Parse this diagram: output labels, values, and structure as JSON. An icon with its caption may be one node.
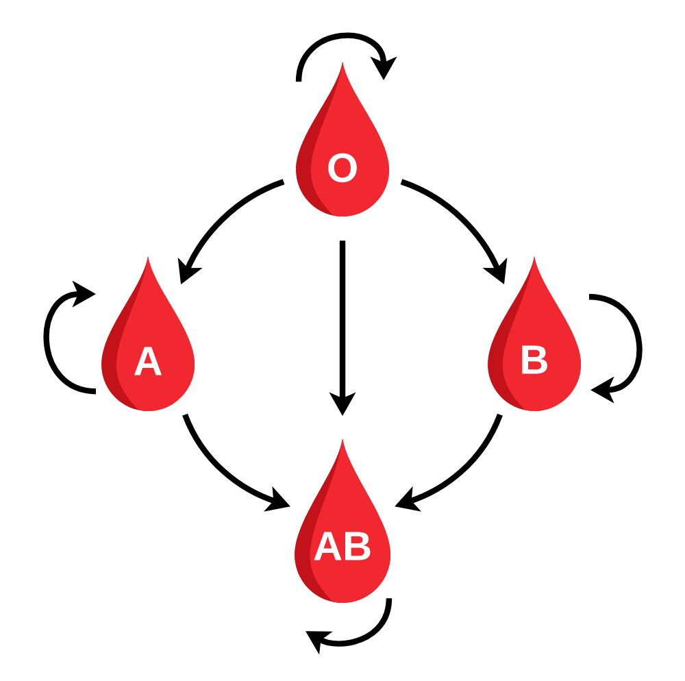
{
  "diagram": {
    "nodes": [
      {
        "text": [
          "O"
        ]
      },
      {
        "text": [
          "A"
        ]
      },
      {
        "text": [
          "B"
        ]
      },
      {
        "text": [
          "AB"
        ]
      }
    ],
    "edges": [
      {
        "from": 0,
        "to": 1,
        "arrow": "to"
      },
      {
        "from": 0,
        "to": 2,
        "arrow": "to"
      },
      {
        "from": 0,
        "to": 3,
        "arrow": "to"
      },
      {
        "from": 1,
        "to": 3,
        "arrow": "to"
      },
      {
        "from": 2,
        "to": 3,
        "arrow": "to"
      },
      {
        "from": 0,
        "to": 0,
        "arrow": "to"
      },
      {
        "from": 1,
        "to": 1,
        "arrow": "to"
      },
      {
        "from": 2,
        "to": 2,
        "arrow": "to"
      },
      {
        "from": 3,
        "to": 3,
        "arrow": "to"
      }
    ]
  }
}
